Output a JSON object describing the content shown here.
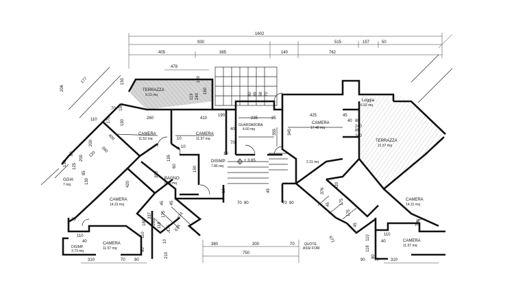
{
  "rooms": {
    "terrazza_top": {
      "name": "TERRAZZA",
      "area": "9.12 mq"
    },
    "camera_left": {
      "name": "CAMERA",
      "area": "11.52 mq"
    },
    "camera_center": {
      "name": "CAMERA",
      "area": "11.97 mq"
    },
    "guardaroba": {
      "name": "GUARDAROBA",
      "area": "4.60 mq"
    },
    "camera_right": {
      "name": "CAMERA",
      "area": "17.48 mq"
    },
    "loggia": {
      "name": "Loggia",
      "area": "6.92 mq"
    },
    "terrazza_right": {
      "name": "TERRAZZA",
      "area": "21.57 mq"
    },
    "disimp": {
      "name": "DISIMP.",
      "area": "7.86 mq"
    },
    "bagno": {
      "name": "BAGNO",
      "area": "6.69 mq"
    },
    "camera_lower_left": {
      "name": "CAMERA",
      "area": "14.31 mq"
    },
    "camera_lower_right": {
      "name": "CAMERA",
      "area": "14.31 mq"
    },
    "camera_bottom_left": {
      "name": "CAMERA",
      "area": "11.57 mq"
    },
    "camera_bottom_right": {
      "name": "CAMERA",
      "area": "11.57 mq"
    },
    "disimp_small": {
      "name": "DISIMP.",
      "area": "3.73 mq"
    },
    "loggia_partial": {
      "name": "GGIA",
      "area": "7 mq"
    }
  },
  "level": "+ 3.65",
  "quote_note": [
    "QUOTE",
    "ASSI FORI"
  ],
  "dimensions": {
    "top_total": "1602",
    "row2": [
      "930",
      "515",
      "157",
      "50"
    ],
    "row3": [
      "405",
      "385",
      "140",
      "762"
    ],
    "terrace_width": "478",
    "terrace_side": [
      "100",
      "119",
      "240",
      "160"
    ],
    "stair_top": [
      "80",
      "89",
      "58",
      "70",
      "190"
    ],
    "row_walls": [
      "260",
      "410",
      "235",
      "25",
      "425",
      "45"
    ],
    "mid_misc": [
      "10",
      "70",
      "345",
      "355",
      "40"
    ],
    "right_misc": [
      "80",
      "240",
      "80",
      "240",
      "40"
    ],
    "diag_left": [
      "170",
      "150",
      "110",
      "70",
      "400",
      "390"
    ],
    "diag_left2": [
      "200",
      "80",
      "85",
      "125",
      "130"
    ],
    "bagno_misc": [
      "195",
      "60",
      "350",
      "190",
      "10",
      "10"
    ],
    "disimp_misc": [
      "2.31 mq"
    ],
    "lower_mid": [
      "70",
      "90",
      "45",
      "10",
      "70",
      "90"
    ],
    "lower_left": [
      "420",
      "45",
      "45",
      "175",
      "175",
      "118",
      "80",
      "110"
    ],
    "lower_right": [
      "420",
      "175",
      "175",
      "45",
      "45",
      "110",
      "118",
      "80"
    ],
    "left_angles": [
      "206",
      "177",
      "150",
      "190",
      "120",
      "200",
      "130"
    ],
    "bottom_row": [
      "380",
      "300",
      "70"
    ],
    "bottom_total": "750",
    "bottom_left": [
      "110",
      "40",
      "310",
      "70",
      "90"
    ],
    "bottom_right": [
      "110",
      "40",
      "310",
      "70",
      "90"
    ],
    "small_misc": [
      "337",
      "376",
      "35",
      "160",
      "180",
      "210",
      "130",
      "10"
    ],
    "rot_misc": [
      "674",
      "674",
      "672"
    ]
  }
}
